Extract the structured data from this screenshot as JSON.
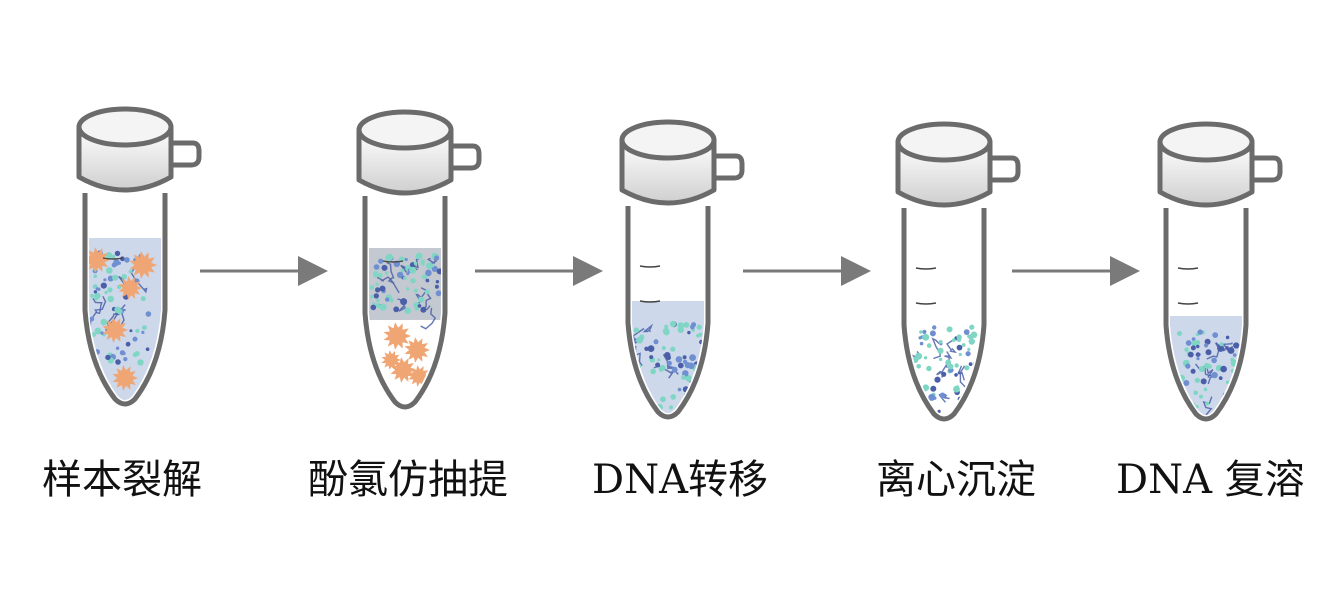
{
  "steps": [
    {
      "label": "样本裂解",
      "cell_debris": true
    },
    {
      "label": "酚氯仿抽提",
      "cell_debris": true
    },
    {
      "label": "DNA转移",
      "cell_debris": false
    },
    {
      "label": "离心沉淀",
      "cell_debris": false
    },
    {
      "label": "DNA 复溶",
      "cell_debris": false
    }
  ],
  "colors": {
    "tube_outline": "#6b6b6b",
    "cap_top": "#f4f4f4",
    "cap_side": "#d6d6d6",
    "liquid": "#cdd8ea",
    "phase_upper": "#c4c8d0",
    "debris": "#f0a574",
    "dna_dark": "#4a5fa8",
    "dna_mid": "#6f8fd0",
    "dna_light": "#7fd6c4",
    "arrow": "#7a7a7a"
  }
}
